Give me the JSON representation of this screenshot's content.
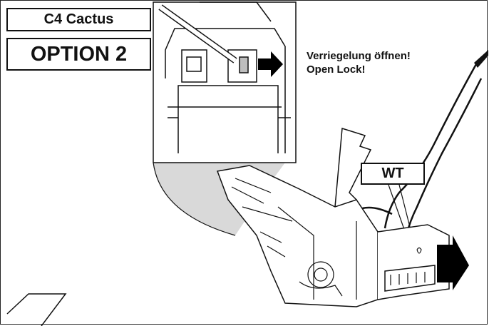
{
  "labels": {
    "model": "C4 Cactus",
    "option": "OPTION 2",
    "instruction_de": "Verriegelung öffnen!",
    "instruction_en": "Open Lock!",
    "wire_tag": "WT"
  },
  "colors": {
    "line": "#111111",
    "zoom_fill": "#d9d9d9",
    "arrow": "#000000"
  },
  "icons": [
    "arrow-right-icon"
  ]
}
